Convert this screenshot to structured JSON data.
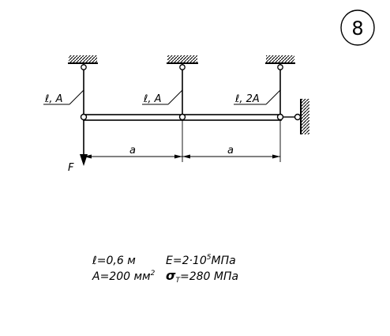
{
  "problem": {
    "number": "8"
  },
  "rods": [
    {
      "label": "ℓ, A"
    },
    {
      "label": "ℓ, A"
    },
    {
      "label": "ℓ, 2A"
    }
  ],
  "force": {
    "label": "F"
  },
  "dimensions": [
    {
      "label": "a"
    },
    {
      "label": "a"
    }
  ],
  "given": {
    "length_sym": "ℓ",
    "length_rest": "=0,6  м",
    "modulus_text": "E=2·10",
    "modulus_exp": "5",
    "modulus_unit": "МПа",
    "area_text": "A=200  мм",
    "area_exp": "2",
    "stress_sym": "σ",
    "stress_sub": "Т",
    "stress_rest": "=280  МПа"
  }
}
